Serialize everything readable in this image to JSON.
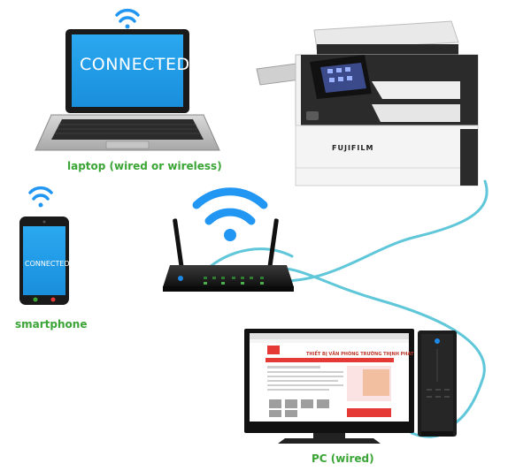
{
  "labels": {
    "laptop": "laptop (wired or wireless)",
    "smartphone": "smartphone",
    "pc": "PC (wired)"
  },
  "screens": {
    "laptop": "CONNECTED",
    "phone": "CONNECTED"
  },
  "printer_brand": "FUJIFILM",
  "website_header": "THIẾT BỊ VĂN PHÒNG TRƯỜNG THỊNH PHÁT",
  "colors": {
    "label_green": "#3aa535",
    "screen_blue": "#1e9be8",
    "wifi_blue": "#2196f3",
    "cable_cyan": "#5fc7d9"
  },
  "icons": [
    "wifi-icon",
    "laptop-icon",
    "smartphone-icon",
    "router-icon",
    "printer-icon",
    "monitor-icon",
    "pc-tower-icon"
  ]
}
